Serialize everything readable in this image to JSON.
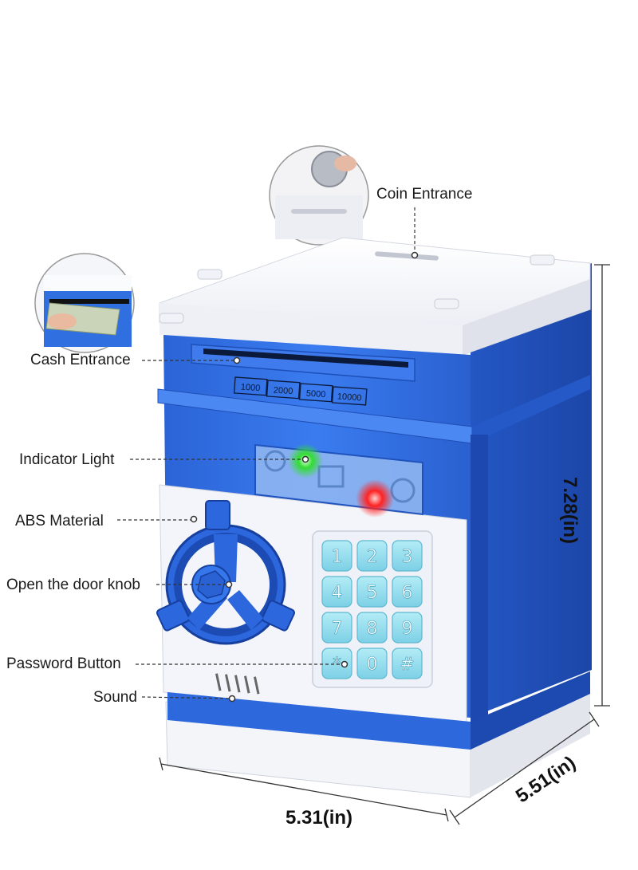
{
  "callouts": {
    "coin_entrance": "Coin Entrance",
    "cash_entrance": "Cash Entrance",
    "indicator_light": "Indicator Light",
    "abs_material": "ABS Material",
    "door_knob": "Open the door knob",
    "password_button": "Password Button",
    "sound": "Sound"
  },
  "dimensions": {
    "height": "7.28(in)",
    "depth": "5.51(in)",
    "width": "5.31(in)"
  },
  "denominations": [
    "1000",
    "2000",
    "5000",
    "10000"
  ],
  "keypad": [
    "1",
    "2",
    "3",
    "4",
    "5",
    "6",
    "7",
    "8",
    "9",
    "*",
    "0",
    "#"
  ],
  "colors": {
    "body_blue": "#2f6fe0",
    "body_blue_dark": "#1d4fb8",
    "white_panel": "#f4f6fb",
    "key_cyan": "#8fdcec",
    "indicator_green": "#33dd33",
    "indicator_red": "#ff2222"
  }
}
